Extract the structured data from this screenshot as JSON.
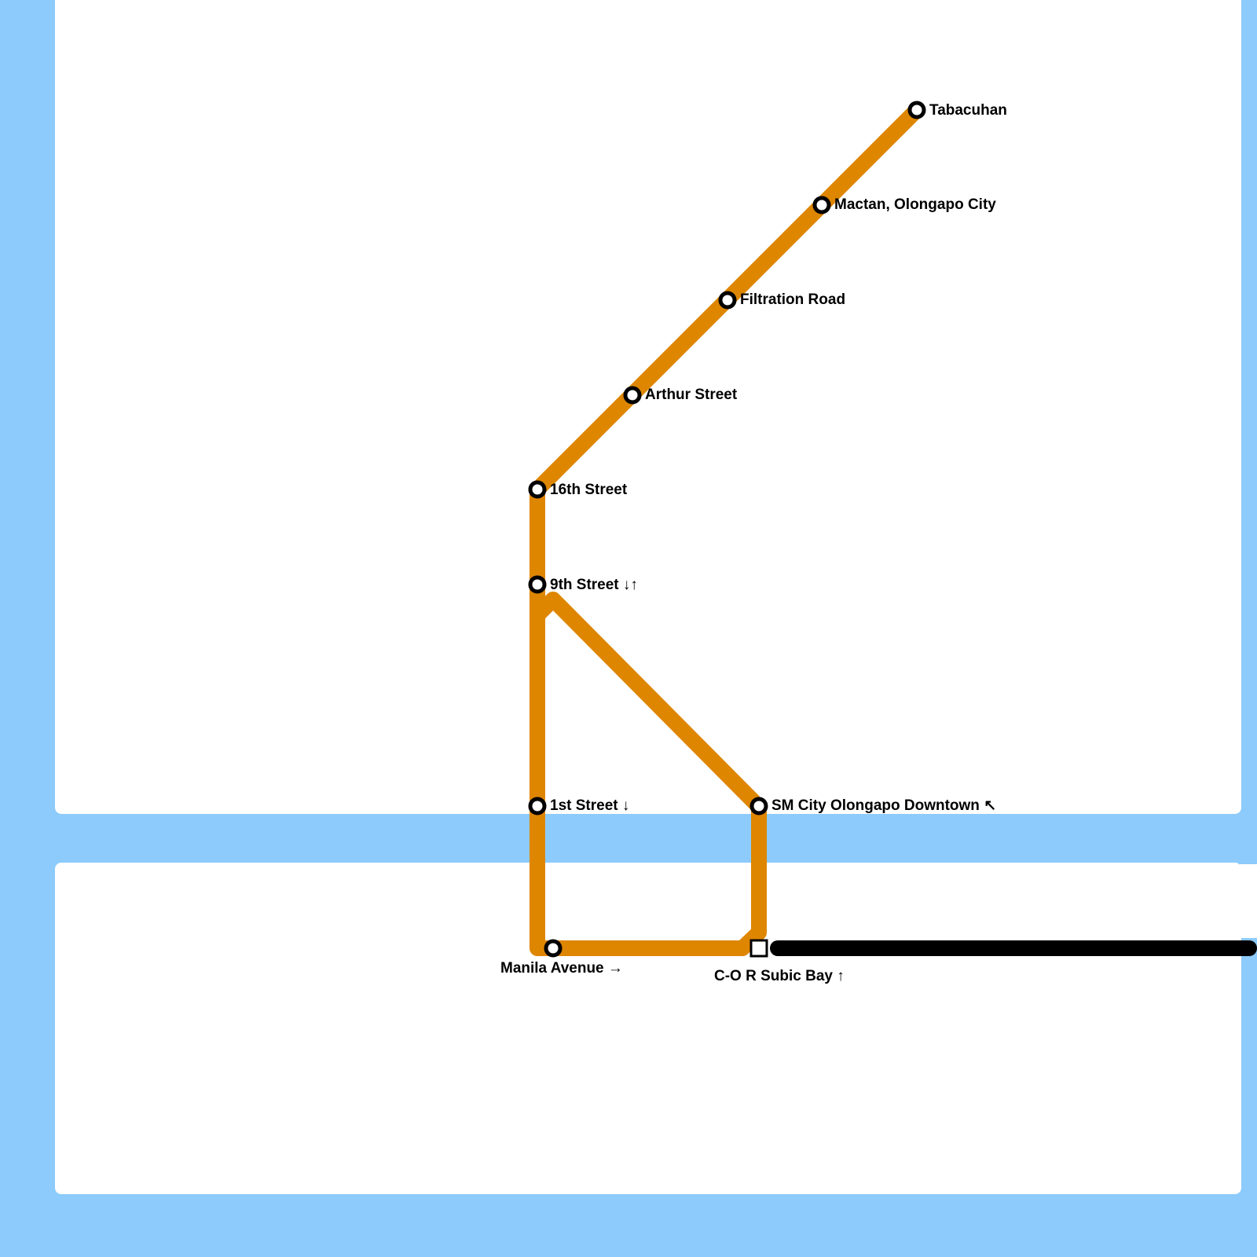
{
  "colors": {
    "water": "#8ccbfb",
    "land": "#ffffff",
    "line_orange": "#de8600",
    "line_black": "#000000",
    "station_fill": "#ffffff",
    "station_stroke": "#000000"
  },
  "lines": [
    {
      "id": "orange-line",
      "color": "#de8600"
    },
    {
      "id": "black-line",
      "color": "#000000"
    }
  ],
  "stations": [
    {
      "id": "tabacuhan",
      "name": "Tabacuhan",
      "marker": "circle"
    },
    {
      "id": "mactan",
      "name": "Mactan, Olongapo City",
      "marker": "circle"
    },
    {
      "id": "filtration-road",
      "name": "Filtration Road",
      "marker": "circle"
    },
    {
      "id": "arthur-street",
      "name": "Arthur Street",
      "marker": "circle"
    },
    {
      "id": "16th-street",
      "name": "16th Street",
      "marker": "circle"
    },
    {
      "id": "9th-street",
      "name": "9th Street ↓↑",
      "marker": "circle"
    },
    {
      "id": "1st-street",
      "name": "1st Street ↓",
      "marker": "circle"
    },
    {
      "id": "sm-city",
      "name": "SM City Olongapo Downtown ↖",
      "marker": "circle"
    },
    {
      "id": "manila-avenue",
      "name": "Manila Avenue →",
      "marker": "circle"
    },
    {
      "id": "cor-subic-bay",
      "name": "C-O R Subic Bay ↑",
      "marker": "interchange"
    }
  ]
}
